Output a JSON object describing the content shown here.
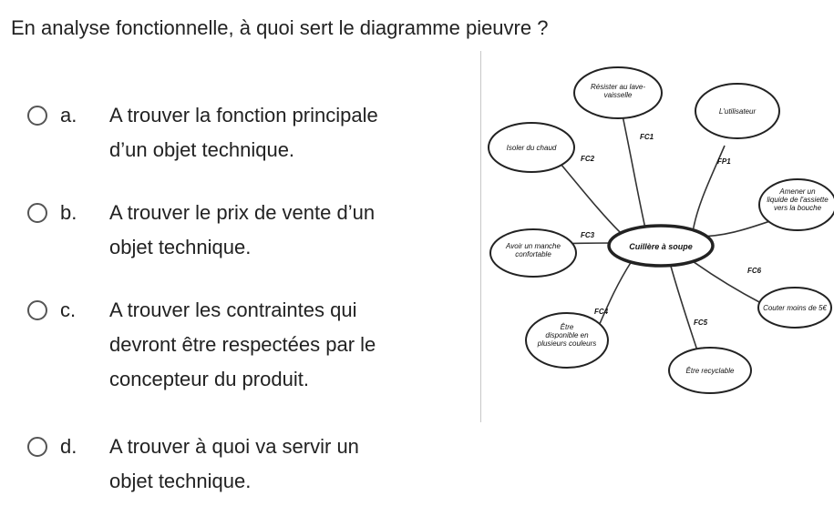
{
  "question": "En analyse fonctionnelle, à quoi sert le diagramme pieuvre ?",
  "options": [
    {
      "letter": "a.",
      "text_line1": "A trouver la fonction principale",
      "text_line2": "d’un objet technique.",
      "text_line3": ""
    },
    {
      "letter": "b.",
      "text_line1": "A trouver le prix de vente d’un",
      "text_line2": "objet technique.",
      "text_line3": ""
    },
    {
      "letter": "c.",
      "text_line1": "A trouver les contraintes qui",
      "text_line2": "devront être respectées par le",
      "text_line3": "concepteur du produit."
    },
    {
      "letter": "d.",
      "text_line1": "A trouver à quoi va servir un",
      "text_line2": "objet technique.",
      "text_line3": ""
    }
  ],
  "diagram": {
    "center": "Cuillère à soupe",
    "nodes": {
      "resister": [
        "Résister au lave-",
        "vaisselle"
      ],
      "chaud": "Isoler du chaud",
      "utilisateur": "L'utilisateur",
      "amener": [
        "Amener un",
        "liquide de l'assiette",
        "vers la bouche"
      ],
      "manche": [
        "Avoir un manche",
        "confortable"
      ],
      "couter": "Couter moins de 5€",
      "disponible": [
        "Être",
        "disponible en",
        "plusieurs couleurs"
      ],
      "recyclable": "Être recyclable"
    },
    "labels": {
      "fc1": "FC1",
      "fc2": "FC2",
      "fp1": "FP1",
      "fc3": "FC3",
      "fc6": "FC6",
      "fc4": "FC4",
      "fc5": "FC5"
    }
  }
}
